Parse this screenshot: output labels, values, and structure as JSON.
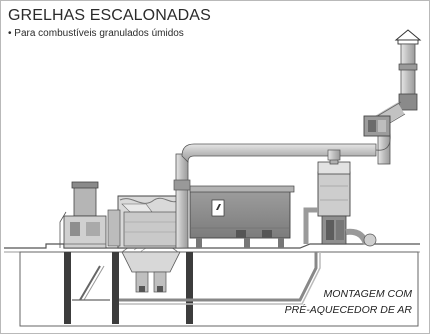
{
  "header": {
    "title": "GRELHAS ESCALONADAS",
    "subtitle": "• Para combustíveis granulados úmidos"
  },
  "caption": {
    "line1": "MONTAGEM COM",
    "line2": "PRÉ-AQUECEDOR DE AR"
  },
  "colors": {
    "frame_border": "#b9b9b9",
    "equipment_light": "#cfcfcf",
    "equipment_mid": "#a9a9a9",
    "equipment_dark": "#6e6e6e",
    "outline": "#4a4a4a",
    "pit_pillar": "#3c3c3c"
  }
}
